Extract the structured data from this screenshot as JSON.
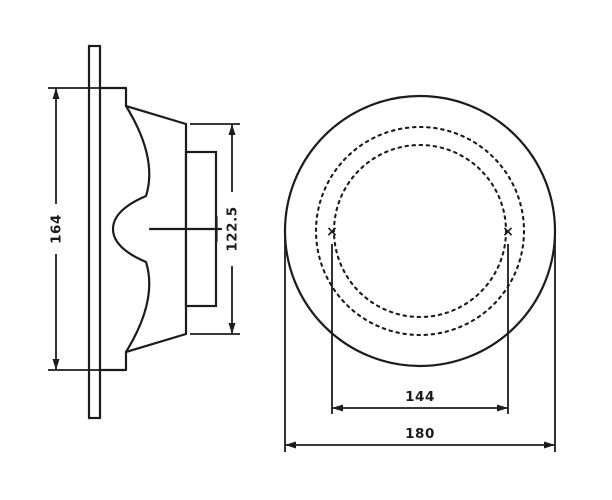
{
  "drawing": {
    "background": "#ffffff",
    "line_color": "#1c1c1c",
    "dimensions": {
      "overall_height": {
        "value": "164"
      },
      "mounting_depth": {
        "value": "122.5"
      },
      "hole_spacing": {
        "value": "144"
      },
      "outer_diameter": {
        "value": "180"
      }
    },
    "markers": {
      "left_screw": "×",
      "right_screw": "×"
    }
  }
}
